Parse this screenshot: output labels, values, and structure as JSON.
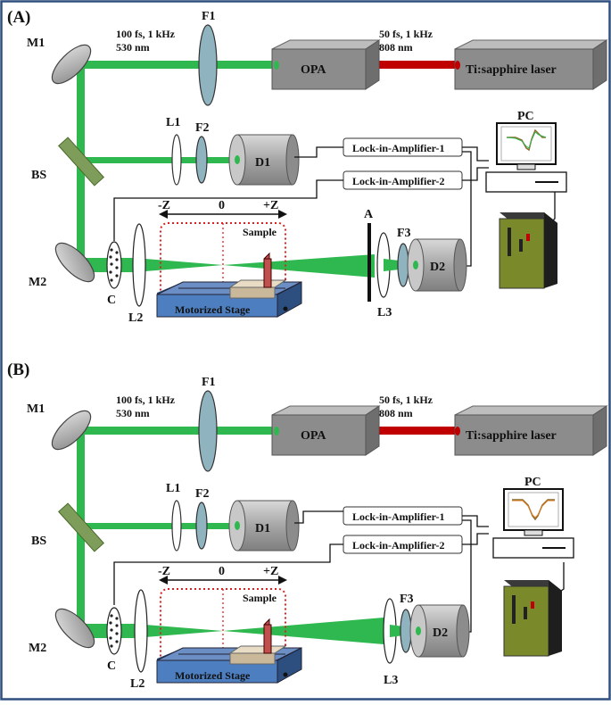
{
  "colors": {
    "frame": "#2f4f7f",
    "beam_green": "#2eb84f",
    "beam_red": "#c00000",
    "box_gray": "#8c8c8c",
    "stage_blue": "#4d7fc0",
    "sample_red": "#c0504d",
    "pc_green": "#7a8a2a",
    "zone_red": "#e02020"
  },
  "panels": [
    {
      "id": "A",
      "label": "(A)",
      "m1": "M1",
      "m2": "M2",
      "bs": "BS",
      "f1": "F1",
      "f2": "F2",
      "f3": "F3",
      "l1": "L1",
      "l2": "L2",
      "l3": "L3",
      "c": "C",
      "a": "A",
      "d1": "D1",
      "d2": "D2",
      "opa": "OPA",
      "laser": "Ti:sapphire laser",
      "beam1_line1": "100 fs, 1 kHz",
      "beam1_line2": "530 nm",
      "beam2_line1": "50 fs, 1 kHz",
      "beam2_line2": "808 nm",
      "lia1": "Lock-in-Amplifier-1",
      "lia2": "Lock-in-Amplifier-2",
      "pc": "PC",
      "minus_z": "-Z",
      "zero": "0",
      "plus_z": "+Z",
      "sample": "Sample",
      "stage": "Motorized Stage",
      "plot_shape": "valley-peak"
    },
    {
      "id": "B",
      "label": "(B)",
      "m1": "M1",
      "m2": "M2",
      "bs": "BS",
      "f1": "F1",
      "f2": "F2",
      "f3": "F3",
      "l1": "L1",
      "l2": "L2",
      "l3": "L3",
      "c": "C",
      "d1": "D1",
      "d2": "D2",
      "opa": "OPA",
      "laser": "Ti:sapphire laser",
      "beam1_line1": "100 fs, 1 kHz",
      "beam1_line2": "530 nm",
      "beam2_line1": "50 fs, 1 kHz",
      "beam2_line2": "808 nm",
      "lia1": "Lock-in-Amplifier-1",
      "lia2": "Lock-in-Amplifier-2",
      "pc": "PC",
      "minus_z": "-Z",
      "zero": "0",
      "plus_z": "+Z",
      "sample": "Sample",
      "stage": "Motorized Stage",
      "plot_shape": "valley"
    }
  ]
}
